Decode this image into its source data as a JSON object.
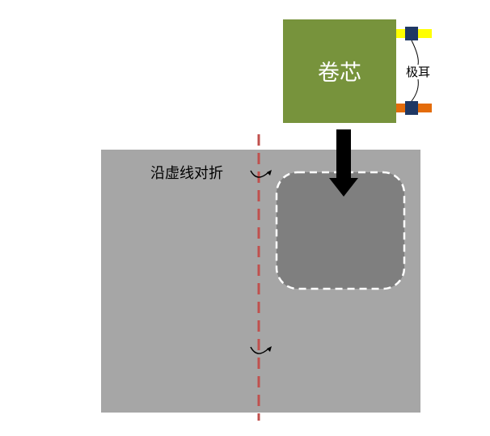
{
  "diagram": {
    "core_label": "卷芯",
    "tab_label": "极耳",
    "fold_label": "沿虚线对折"
  },
  "colors": {
    "film": "#a6a6a6",
    "pocket": "#7f7f7f",
    "core": "#77933c",
    "tab_positive": "#ffff00",
    "tab_negative": "#e46c0a",
    "tab_seal": "#1f3864",
    "fold_line": "#c0504d",
    "arrow": "#000000"
  }
}
